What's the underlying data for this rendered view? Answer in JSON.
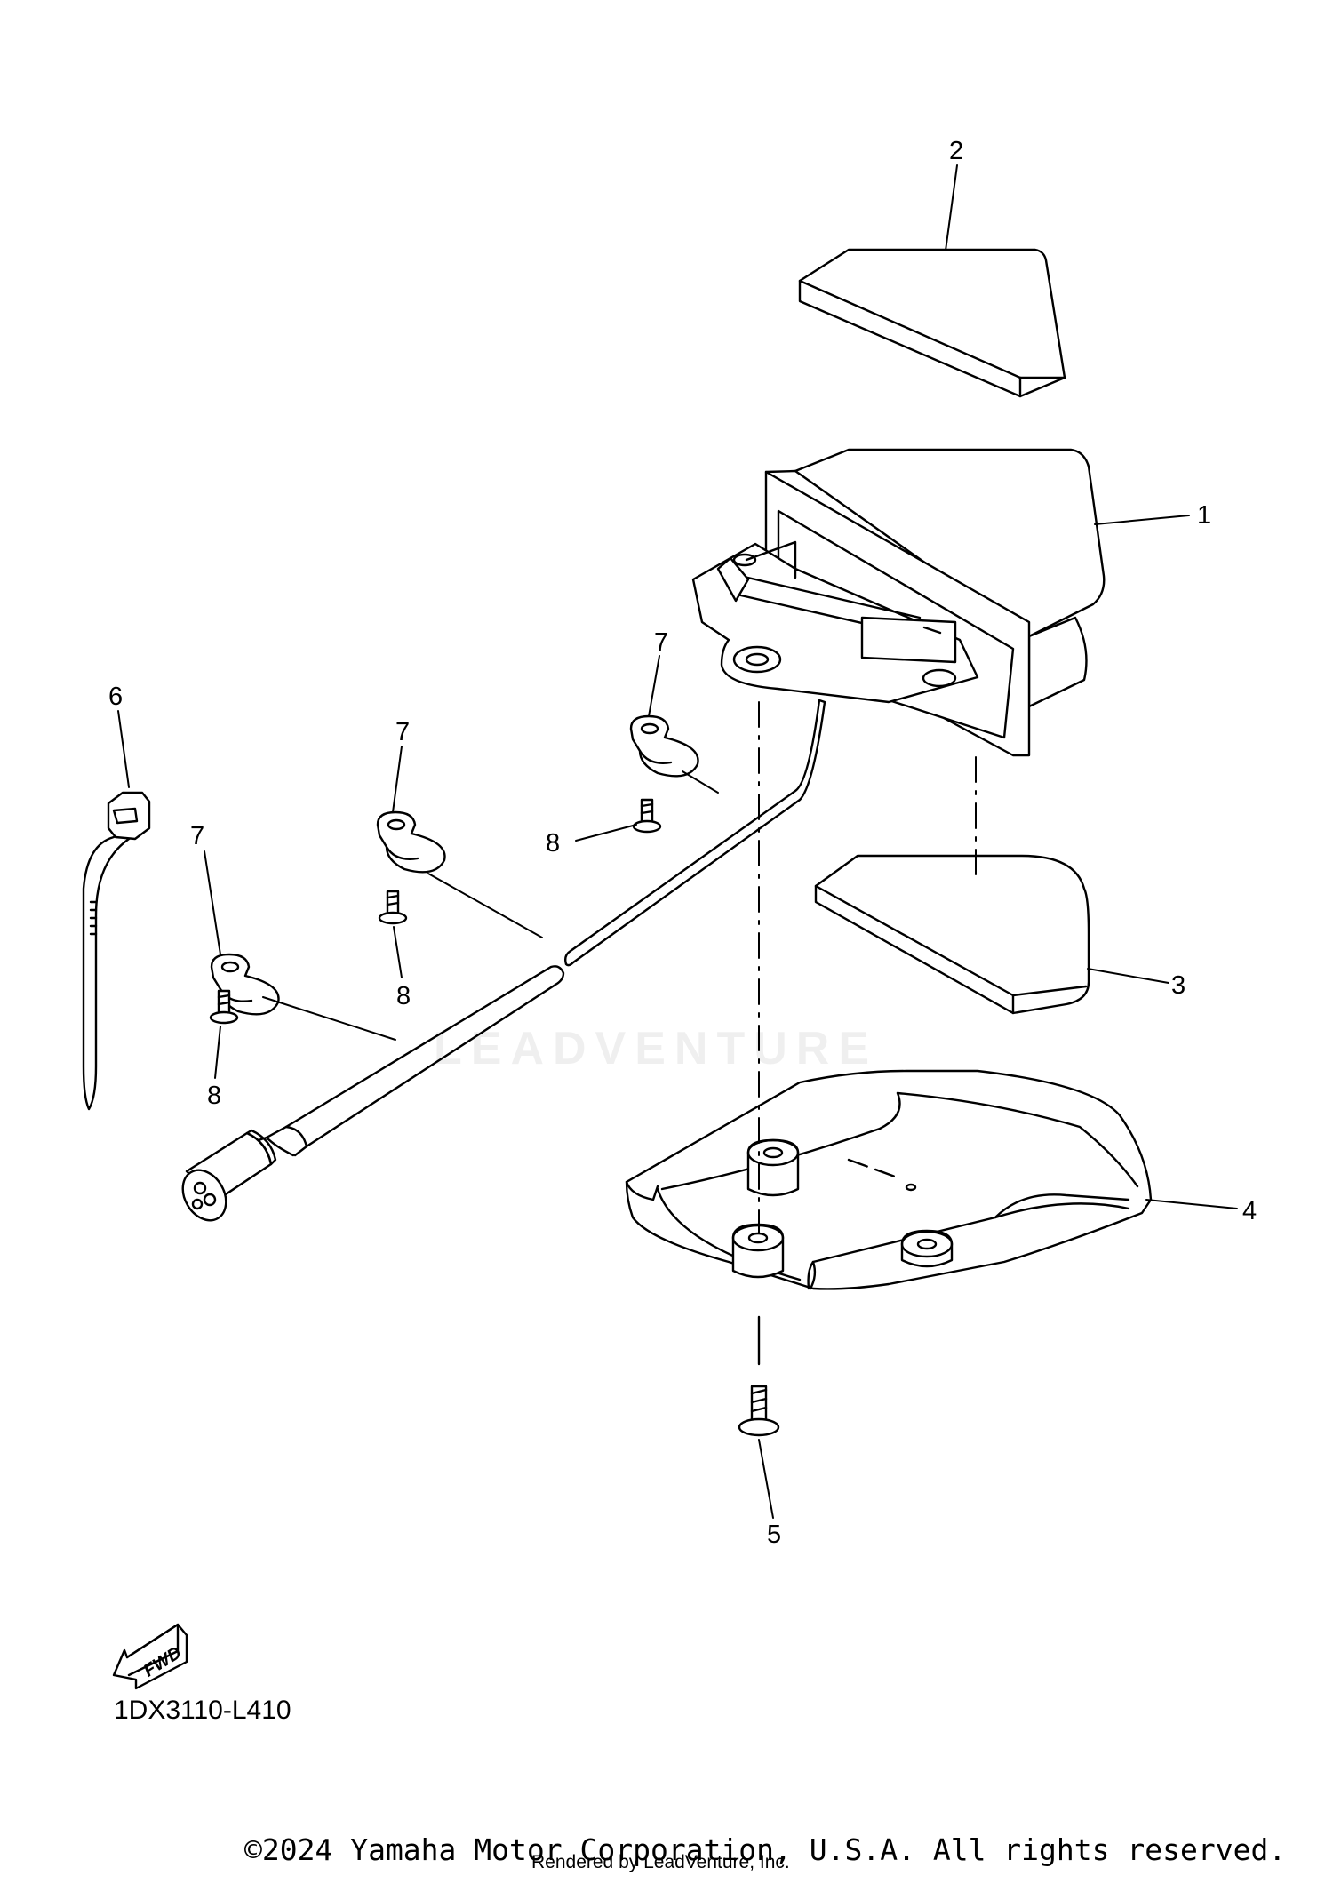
{
  "diagram": {
    "callouts": {
      "c1": "1",
      "c2": "2",
      "c3": "3",
      "c4": "4",
      "c5": "5",
      "c6": "6",
      "c7a": "7",
      "c7b": "7",
      "c7c": "7",
      "c8a": "8",
      "c8b": "8",
      "c8c": "8"
    },
    "fwd_label": "FWD",
    "code": "1DX3110-L410"
  },
  "watermark": "LEADVENTURE",
  "footer": {
    "copyright": "©2024 Yamaha Motor Corporation, U.S.A. All rights reserved.",
    "rendered": "Rendered by LeadVenture, Inc."
  }
}
